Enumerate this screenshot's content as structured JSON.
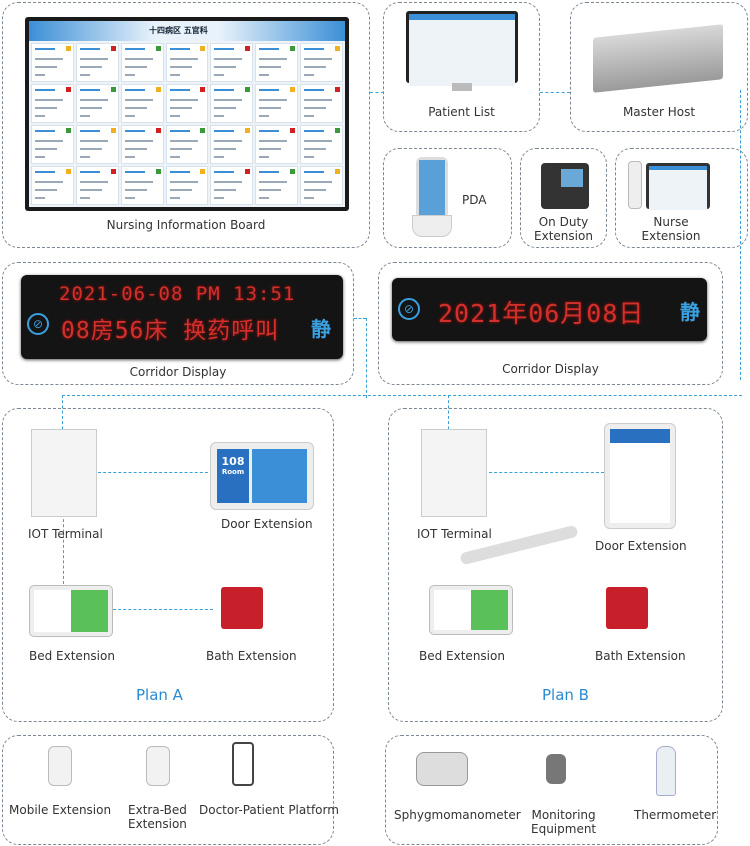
{
  "labels": {
    "nursing_board": "Nursing Information Board",
    "patient_list": "Patient List",
    "master_host": "Master Host",
    "pda": "PDA",
    "on_duty_extension": "On Duty\nExtension",
    "nurse_extension": "Nurse\nExtension",
    "corridor_display_a": "Corridor Display",
    "corridor_display_b": "Corridor Display",
    "iot_terminal_a": "IOT Terminal",
    "door_extension_a": "Door Extension",
    "bed_extension_a": "Bed Extension",
    "bath_extension_a": "Bath Extension",
    "plan_a": "Plan A",
    "iot_terminal_b": "IOT Terminal",
    "door_extension_b": "Door Extension",
    "bed_extension_b": "Bed Extension",
    "bath_extension_b": "Bath Extension",
    "plan_b": "Plan B",
    "mobile_extension": "Mobile Extension",
    "extra_bed_extension": "Extra-Bed\nExtension",
    "doctor_patient_platform": "Doctor-Patient Platform",
    "sphygmomanometer": "Sphygmomanometer",
    "monitoring_equipment": "Monitoring\nEquipment",
    "thermometer": "Thermometer"
  },
  "board_screen": {
    "ward_title": "十四病区 五官科"
  },
  "led_a": {
    "line1": "2021-06-08  PM 13:51",
    "line2": "08房56床 换药呼叫",
    "quiet": "静"
  },
  "led_b": {
    "line1": "2021年06月08日",
    "quiet": "静"
  },
  "door_screen_a": {
    "room_number": "108",
    "room_label": "Room"
  },
  "colors": {
    "accent": "#2a8bd0",
    "led_red": "#d2302a",
    "connector": "#3aa0d8"
  }
}
